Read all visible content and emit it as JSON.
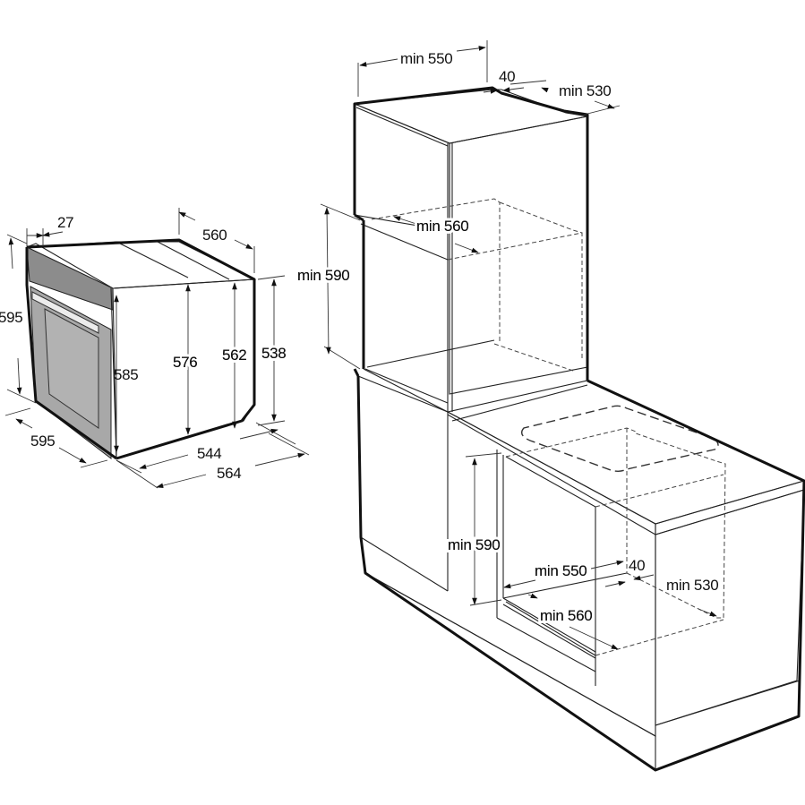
{
  "figure": {
    "type": "installation-dimensions-diagram",
    "subject": "built-in oven",
    "units": "mm"
  },
  "oven": {
    "dimensions": {
      "panel_depth": "27",
      "depth_top": "560",
      "front_height": "595",
      "side_height": "585",
      "body_height_576": "576",
      "body_height_562": "562",
      "rear_height": "538",
      "front_width": "595",
      "body_width": "544",
      "overall_width": "564"
    },
    "colors": {
      "control_panel": "#8c8c8c",
      "door": "#a8a8a8",
      "body": "#ffffff",
      "outline": "#111111"
    }
  },
  "tall_cabinet": {
    "dimensions": {
      "width": "min 550",
      "rear_gap": "40",
      "depth": "min 530",
      "niche_width": "min 560",
      "niche_height": "min 590"
    }
  },
  "under_counter": {
    "dimensions": {
      "niche_height": "min 590",
      "width": "min 550",
      "rear_gap": "40",
      "depth": "min 530",
      "niche_width": "min 560"
    }
  }
}
